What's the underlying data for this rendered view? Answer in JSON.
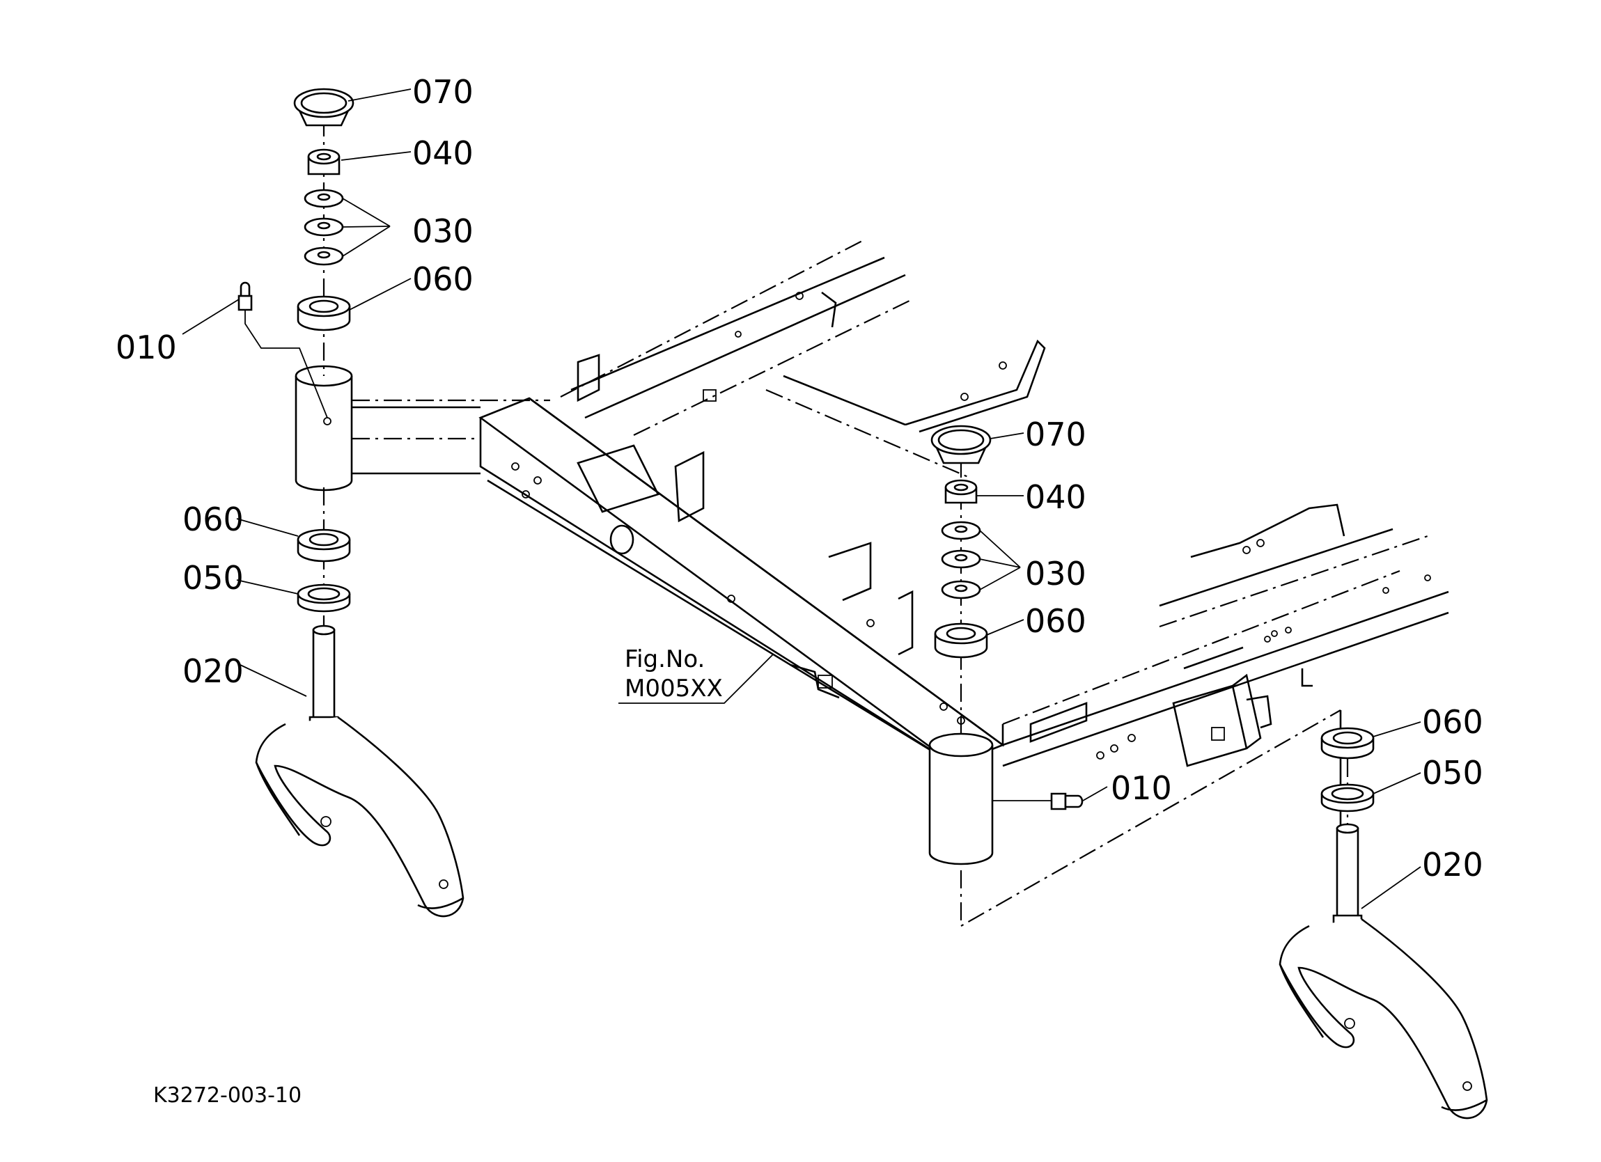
{
  "diagram": {
    "callouts": {
      "left_070": "070",
      "left_040": "040",
      "left_030": "030",
      "left_060_top": "060",
      "left_010": "010",
      "left_060_bottom": "060",
      "left_050": "050",
      "left_020": "020",
      "right_070": "070",
      "right_040": "040",
      "right_030": "030",
      "right_060_top": "060",
      "right_010": "010",
      "right_060_bottom": "060",
      "right_050": "050",
      "right_020": "020"
    },
    "figure_reference": {
      "line1": "Fig.No.",
      "line2": "M005XX"
    },
    "drawing_code": "K3272-003-10"
  }
}
